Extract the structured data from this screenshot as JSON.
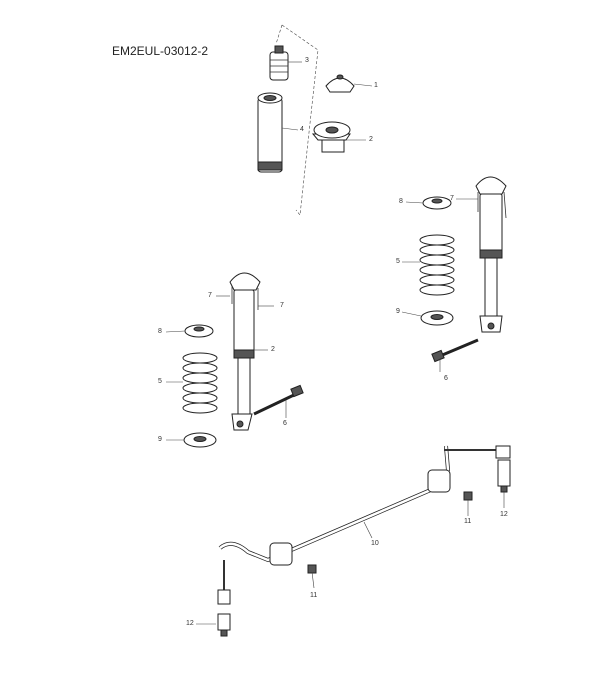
{
  "diagram": {
    "reference": "EM2EUL-03012-2",
    "callouts": {
      "c1": "1",
      "c2a": "2",
      "c3": "3",
      "c4": "4",
      "c8a": "8",
      "c7a": "7",
      "c5a": "5",
      "c9a": "9",
      "c6a": "6",
      "c7b": "7",
      "c7c": "7",
      "c8b": "8",
      "c2b": "2",
      "c5b": "5",
      "c6b": "6",
      "c9b": "9",
      "c10": "10",
      "c11a": "11",
      "c11b": "11",
      "c12a": "12",
      "c12b": "12"
    }
  }
}
